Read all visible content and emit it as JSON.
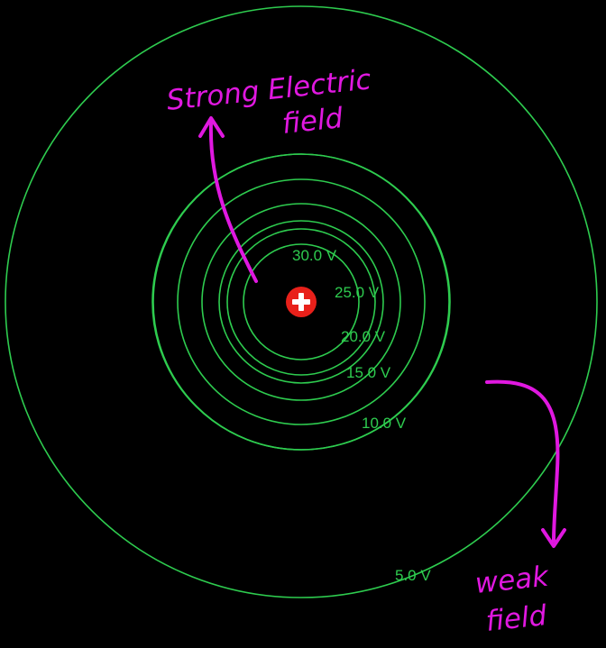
{
  "colors": {
    "background": "#000000",
    "equipotential": "#2ecc4f",
    "annotation": "#e018e0",
    "charge": "#e8201a",
    "charge_symbol": "#ffffff"
  },
  "charge": {
    "symbol": "+",
    "icon": "plus-icon"
  },
  "equipotentials": [
    {
      "voltage": 30.0,
      "label": "30.0 V"
    },
    {
      "voltage": 25.0,
      "label": "25.0 V"
    },
    {
      "voltage": 20.0,
      "label": "20.0 V"
    },
    {
      "voltage": 15.0,
      "label": "15.0 V"
    },
    {
      "voltage": 10.0,
      "label": "10.0 V"
    },
    {
      "voltage": 5.0,
      "label": "5.0 V"
    }
  ],
  "annotations": {
    "strong": {
      "line1": "Strong Electric",
      "line2": "field"
    },
    "weak": {
      "line1": "weak",
      "line2": "field"
    }
  }
}
